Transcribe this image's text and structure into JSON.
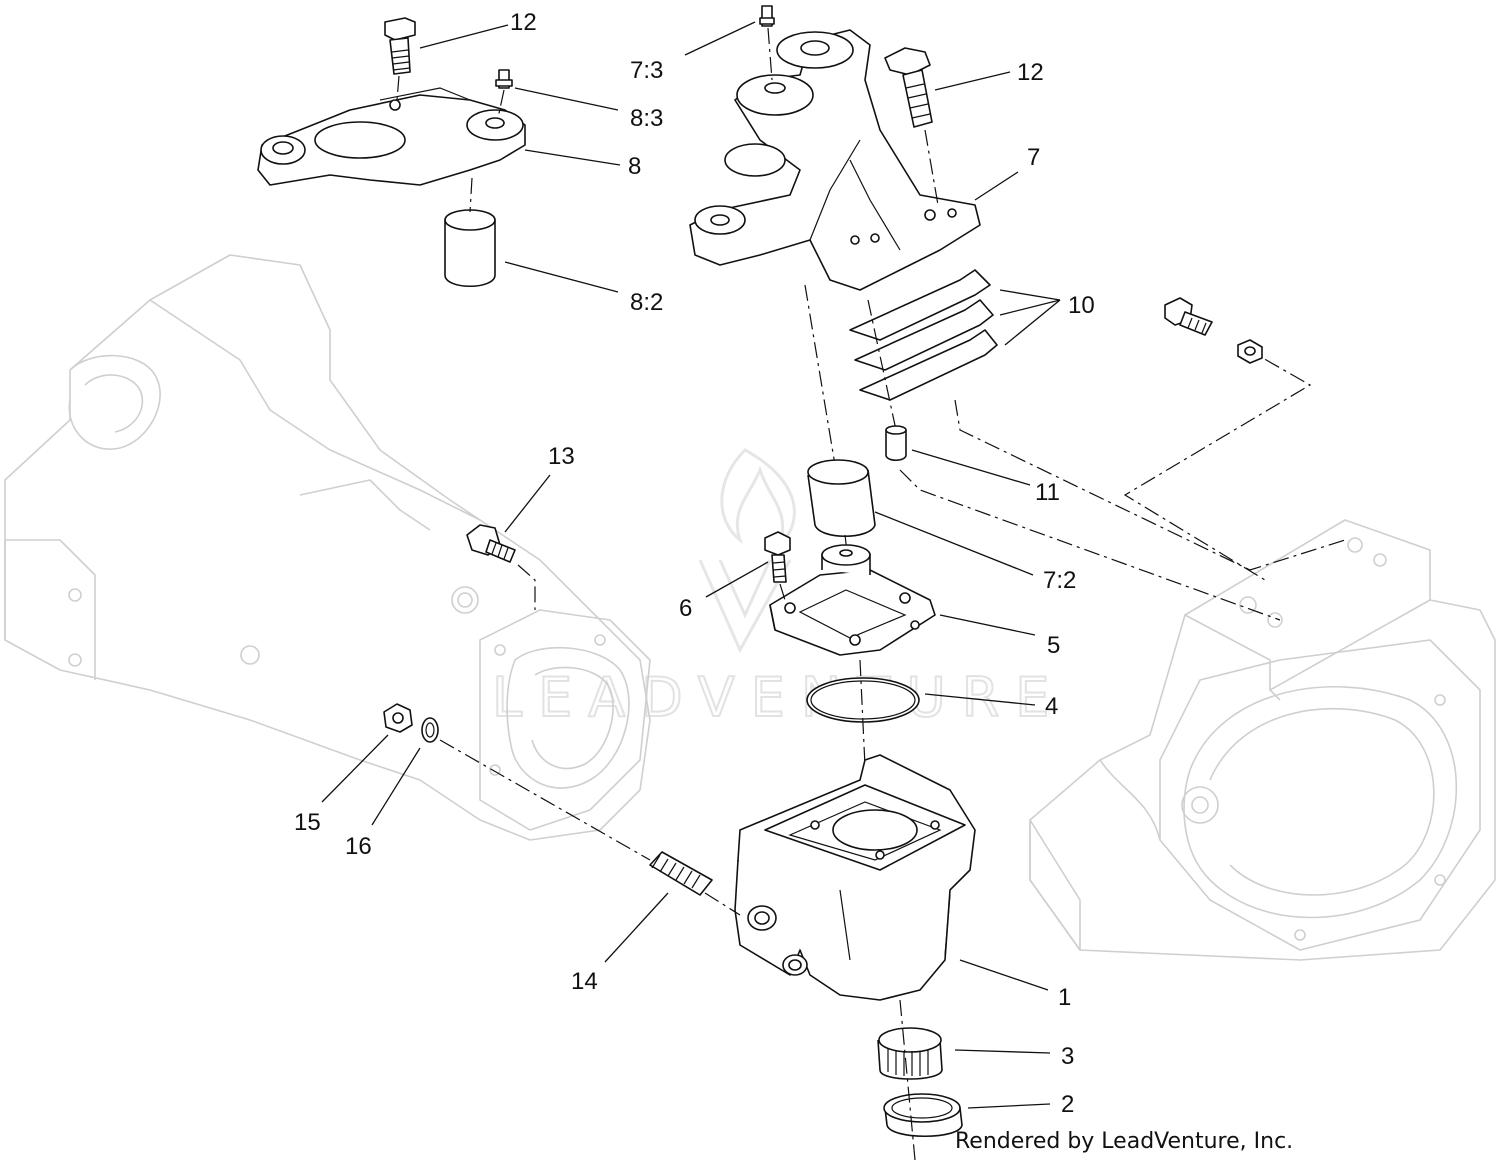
{
  "watermark": {
    "text": "LEADVENTURE"
  },
  "credit": {
    "text": "Rendered by LeadVenture, Inc."
  },
  "callouts": [
    {
      "id": "c12a",
      "label": "12"
    },
    {
      "id": "c73",
      "label": "7:3"
    },
    {
      "id": "c12b",
      "label": "12"
    },
    {
      "id": "c83",
      "label": "8:3"
    },
    {
      "id": "c8",
      "label": "8"
    },
    {
      "id": "c7",
      "label": "7"
    },
    {
      "id": "c82",
      "label": "8:2"
    },
    {
      "id": "c10",
      "label": "10"
    },
    {
      "id": "c13",
      "label": "13"
    },
    {
      "id": "c11",
      "label": "11"
    },
    {
      "id": "c72",
      "label": "7:2"
    },
    {
      "id": "c6",
      "label": "6"
    },
    {
      "id": "c5",
      "label": "5"
    },
    {
      "id": "c4",
      "label": "4"
    },
    {
      "id": "c15",
      "label": "15"
    },
    {
      "id": "c16",
      "label": "16"
    },
    {
      "id": "c14",
      "label": "14"
    },
    {
      "id": "c1",
      "label": "1"
    },
    {
      "id": "c3",
      "label": "3"
    },
    {
      "id": "c2",
      "label": "2"
    }
  ]
}
